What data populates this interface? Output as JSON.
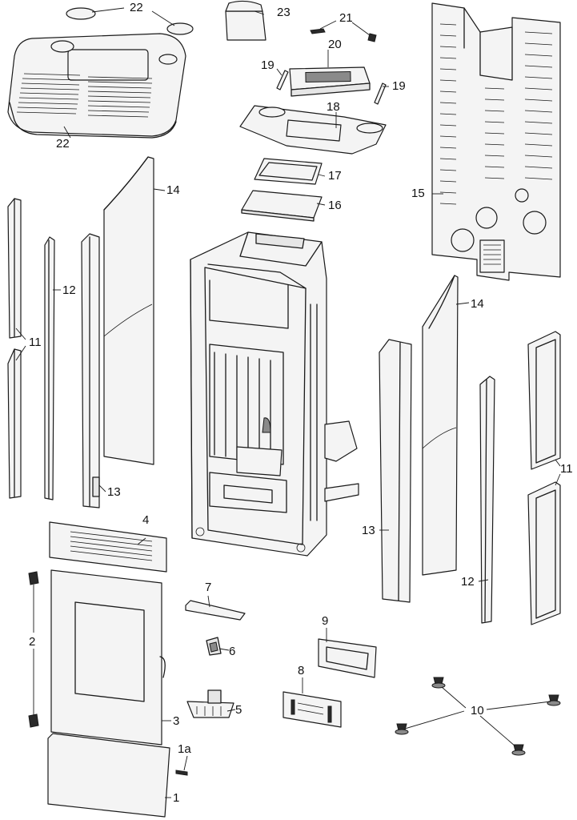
{
  "labels": [
    {
      "key": "p1",
      "text": "1"
    },
    {
      "key": "p1a",
      "text": "1a"
    },
    {
      "key": "p2",
      "text": "2"
    },
    {
      "key": "p3",
      "text": "3"
    },
    {
      "key": "p4",
      "text": "4"
    },
    {
      "key": "p5",
      "text": "5"
    },
    {
      "key": "p6",
      "text": "6"
    },
    {
      "key": "p7",
      "text": "7"
    },
    {
      "key": "p8",
      "text": "8"
    },
    {
      "key": "p9",
      "text": "9"
    },
    {
      "key": "p10",
      "text": "10"
    },
    {
      "key": "p11a",
      "text": "11"
    },
    {
      "key": "p11b",
      "text": "11"
    },
    {
      "key": "p12a",
      "text": "12"
    },
    {
      "key": "p12b",
      "text": "12"
    },
    {
      "key": "p13a",
      "text": "13"
    },
    {
      "key": "p13b",
      "text": "13"
    },
    {
      "key": "p14a",
      "text": "14"
    },
    {
      "key": "p14b",
      "text": "14"
    },
    {
      "key": "p15",
      "text": "15"
    },
    {
      "key": "p16",
      "text": "16"
    },
    {
      "key": "p17",
      "text": "17"
    },
    {
      "key": "p18",
      "text": "18"
    },
    {
      "key": "p19a",
      "text": "19"
    },
    {
      "key": "p19b",
      "text": "19"
    },
    {
      "key": "p20",
      "text": "20"
    },
    {
      "key": "p21",
      "text": "21"
    },
    {
      "key": "p22a",
      "text": "22"
    },
    {
      "key": "p22b",
      "text": "22"
    },
    {
      "key": "p23",
      "text": "23"
    }
  ]
}
